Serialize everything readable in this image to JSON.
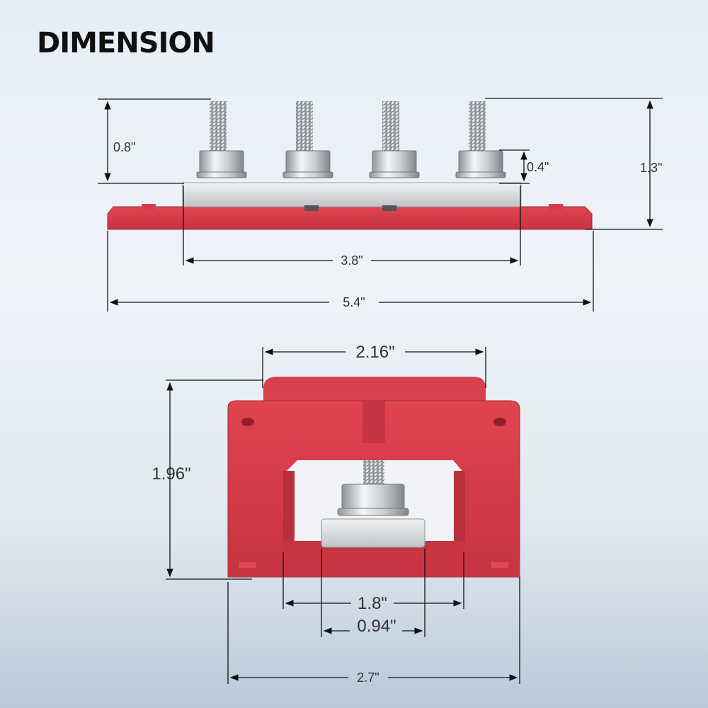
{
  "title": "DIMENSION",
  "colors": {
    "housing_red": "#d93a45",
    "housing_red_dark": "#b52a36",
    "steel": "#cfd3d6",
    "dimension_line": "#111111"
  },
  "side_view": {
    "stud_height": "0.8\"",
    "nut_height": "0.4\"",
    "total_height": "1.3\"",
    "busbar_length": "3.8\"",
    "total_length": "5.4\""
  },
  "end_view": {
    "top_width": "2.16\"",
    "height": "1.96\"",
    "inner_width": "1.8\"",
    "bar_width": "0.94\"",
    "base_width": "2.7\""
  }
}
